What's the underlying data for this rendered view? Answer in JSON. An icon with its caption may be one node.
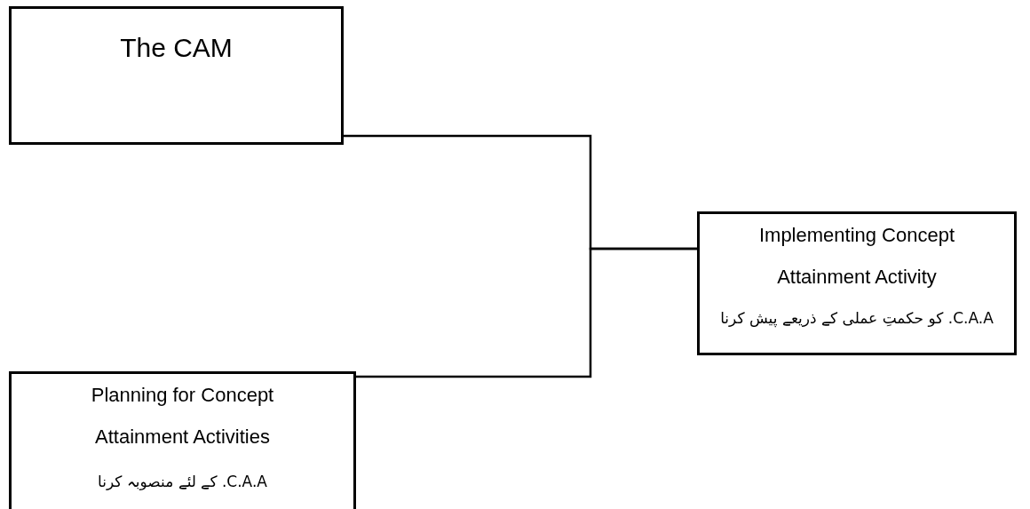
{
  "diagram": {
    "nodes": [
      {
        "text": [
          "The CAM"
        ]
      },
      {
        "text": [
          "Planning for Concept Attainment Activities",
          "C.A.A. کے لئے منصوبہ کرنا"
        ]
      },
      {
        "text": [
          "Implementing Concept Attainment Activity",
          "C.A.A. کو حکمتِ عملی کے ذریعے پیش کرنا"
        ]
      }
    ],
    "edges": [
      {
        "from": 0,
        "to": 2,
        "arrow": "none"
      },
      {
        "from": 1,
        "to": 2,
        "arrow": "none"
      }
    ]
  }
}
